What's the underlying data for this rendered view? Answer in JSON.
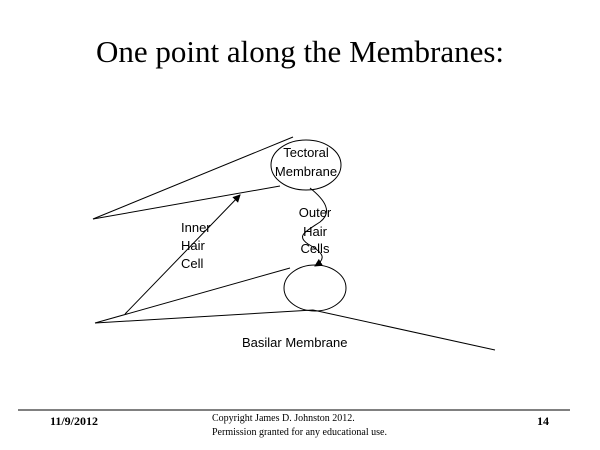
{
  "title": "One point along the Membranes:",
  "labels": {
    "tectoral": [
      "Tectoral",
      "Membrane"
    ],
    "outer": [
      "Outer",
      "Hair",
      "Cells"
    ],
    "inner": [
      "Inner",
      "Hair",
      "Cell"
    ],
    "basilar": "Basilar Membrane"
  },
  "footer": {
    "date": "11/9/2012",
    "copyright": "Copyright James D. Johnston 2012.",
    "permission": "Permission granted for any educational use.",
    "page": "14"
  }
}
